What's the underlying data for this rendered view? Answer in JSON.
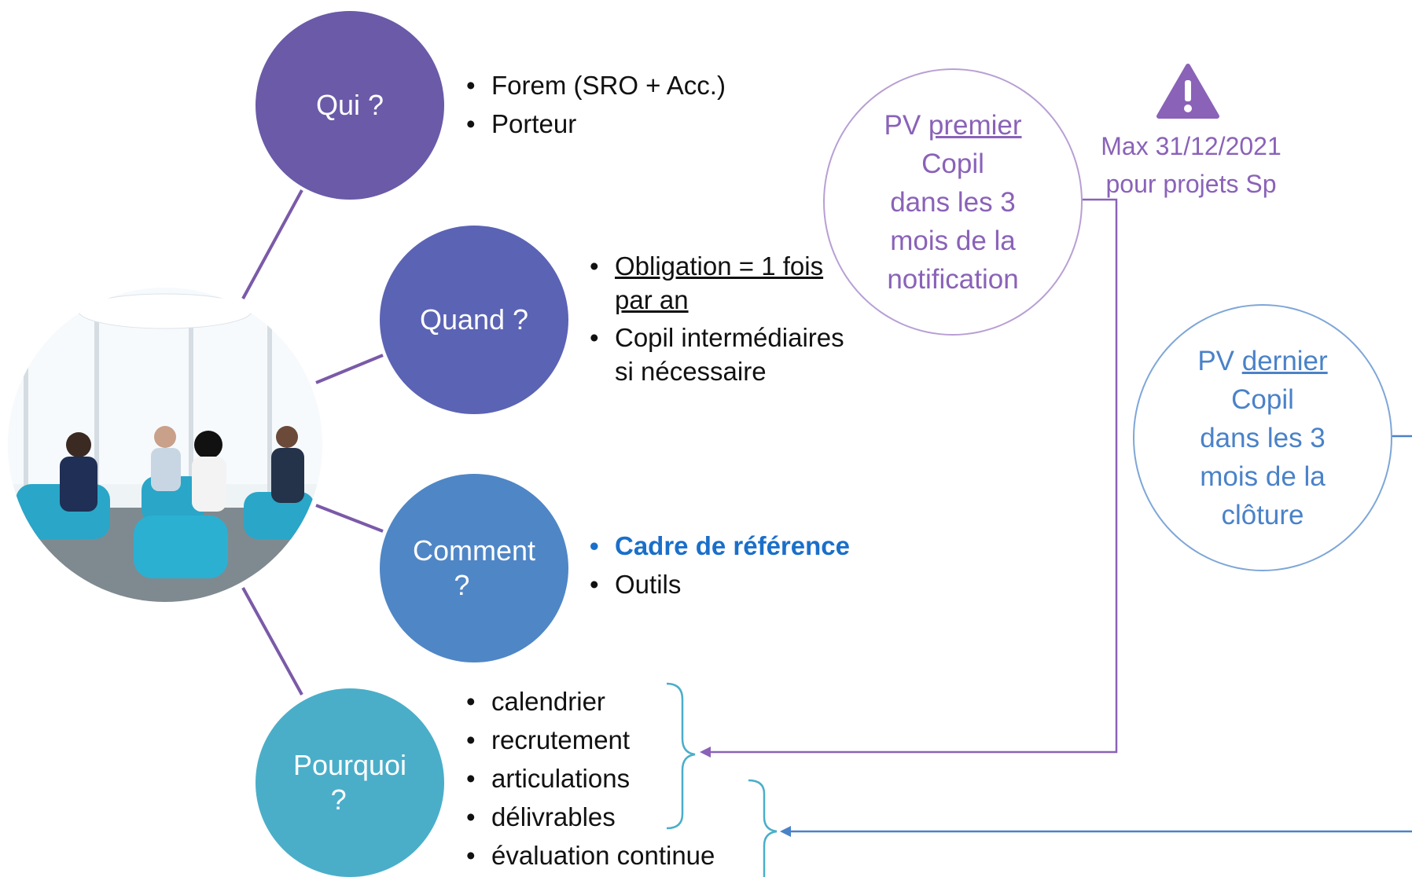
{
  "nodes": {
    "qui": {
      "label": "Qui ?",
      "color": "#6a5aa8",
      "items": [
        "Forem (SRO + Acc.)",
        "Porteur"
      ]
    },
    "quand": {
      "label": "Quand ?",
      "color": "#5b63b4",
      "items": [
        "Obligation = 1 fois par an",
        "Copil intermédiaires si nécessaire"
      ],
      "item_1_line1": "Obligation = 1 fois",
      "item_1_line2": "par an",
      "item_2_line1": "Copil intermédiaires",
      "item_2_line2": "si nécessaire"
    },
    "comment": {
      "label_line1": "Comment",
      "label_line2": "?",
      "color": "#4f86c6",
      "items": [
        "Cadre de référence",
        "Outils"
      ],
      "highlight_color": "#1a6fc9"
    },
    "pourquoi": {
      "label_line1": "Pourquoi",
      "label_line2": "?",
      "color": "#4aaec9",
      "items": [
        "calendrier",
        "recrutement",
        "articulations",
        "délivrables",
        "évaluation continue"
      ]
    }
  },
  "pv_premier": {
    "prefix": "PV ",
    "keyword": "premier",
    "line2": "Copil",
    "line3": "dans les 3",
    "line4": "mois de la",
    "line5": "notification",
    "color": "#8a62b8"
  },
  "pv_dernier": {
    "prefix": "PV ",
    "keyword": "dernier",
    "line2": "Copil",
    "line3": "dans les 3",
    "line4": "mois de la",
    "line5": "clôture",
    "color": "#4a82c8"
  },
  "warning": {
    "icon": "warning-triangle-icon",
    "line1": "Max 31/12/2021",
    "line2": "pour projets Sp",
    "color": "#8a62b8"
  },
  "colors": {
    "connector": "#7a5aa8",
    "bracket": "#4aaec9",
    "arrow_purple": "#8a62b8",
    "arrow_blue": "#4a82c8"
  }
}
